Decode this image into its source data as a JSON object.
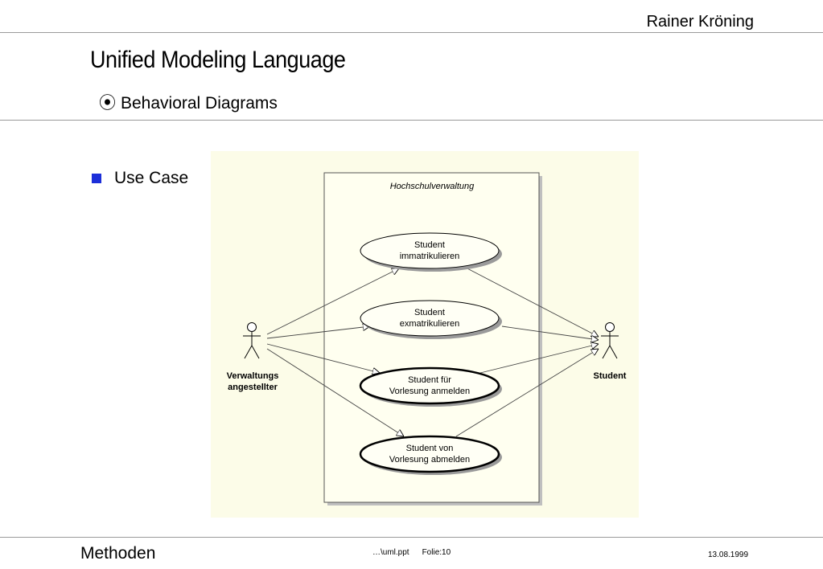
{
  "header": {
    "author": "Rainer Kröning"
  },
  "title": "Unified Modeling Language",
  "subtitle": {
    "icon": "circled-dot-icon",
    "glyph": "⦿",
    "text": "Behavioral Diagrams"
  },
  "bullet": {
    "text": "Use Case",
    "color": "#1c2fd9"
  },
  "diagram": {
    "system_name": "Hochschulverwaltung",
    "actors": [
      {
        "lines": [
          "Verwaltungs",
          "angestellter"
        ]
      },
      {
        "lines": [
          "Student"
        ]
      }
    ],
    "use_cases": [
      {
        "lines": [
          "Student",
          "immatrikulieren"
        ],
        "bold": false
      },
      {
        "lines": [
          "Student",
          "exmatrikulieren"
        ],
        "bold": false
      },
      {
        "lines": [
          "Student für",
          "Vorlesung anmelden"
        ],
        "bold": true
      },
      {
        "lines": [
          "Student von",
          "Vorlesung abmelden"
        ],
        "bold": true
      }
    ],
    "colors": {
      "background": "#fcfce8",
      "box": "#fffff0",
      "shadow": "#bfbfbf"
    }
  },
  "footer": {
    "left": "Methoden",
    "file": "…\\uml.ppt",
    "slide": "Folie:10",
    "date": "13.08.1999"
  }
}
